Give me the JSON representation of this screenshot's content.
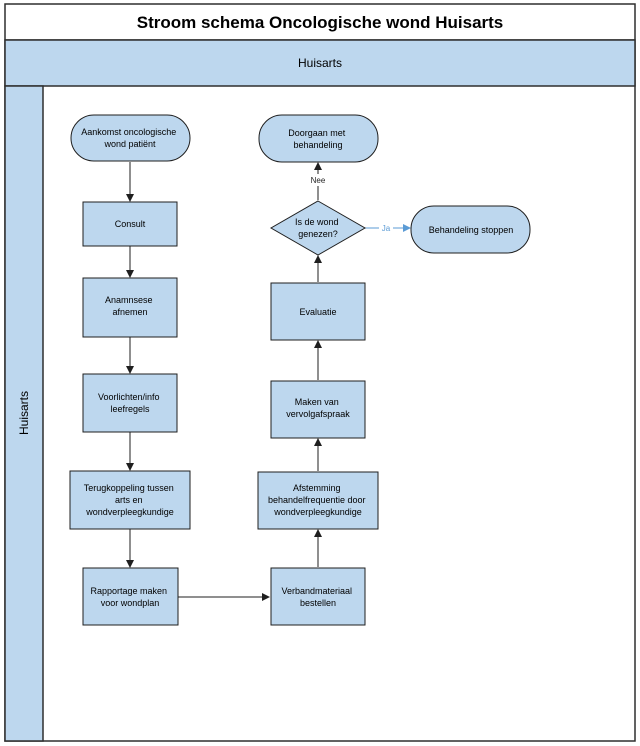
{
  "title": "Stroom schema Oncologische wond Huisarts",
  "pool_header": "Huisarts",
  "lane_label": "Huisarts",
  "colors": {
    "fill": "#bdd7ee",
    "stroke": "#1f1f1f",
    "border": "#2f2f2f",
    "yes_edge": "#5b9bd5",
    "yes_label": "#5b9bd5"
  },
  "nodes": {
    "start": "Aankomst oncologische wond patiënt",
    "consult": "Consult",
    "anamnese": "Anamnsese afnemen",
    "voorlichten": "Voorlichten/info leefregels",
    "terugkoppeling": "Terugkoppeling tussen arts en wondverpleegkundige",
    "rapportage": "Rapportage maken voor wondplan",
    "verband": "Verbandmateriaal bestellen",
    "afstemming": "Afstemming behandelfrequentie door wondverpleegkundige",
    "vervolg": "Maken van vervolgafspraak",
    "evaluatie": "Evaluatie",
    "decision": "Is de wond genezen?",
    "doorgaan": "Doorgaan met behandeling",
    "stoppen": "Behandeling stoppen"
  },
  "edge_labels": {
    "no": "Nee",
    "yes": "Ja"
  }
}
